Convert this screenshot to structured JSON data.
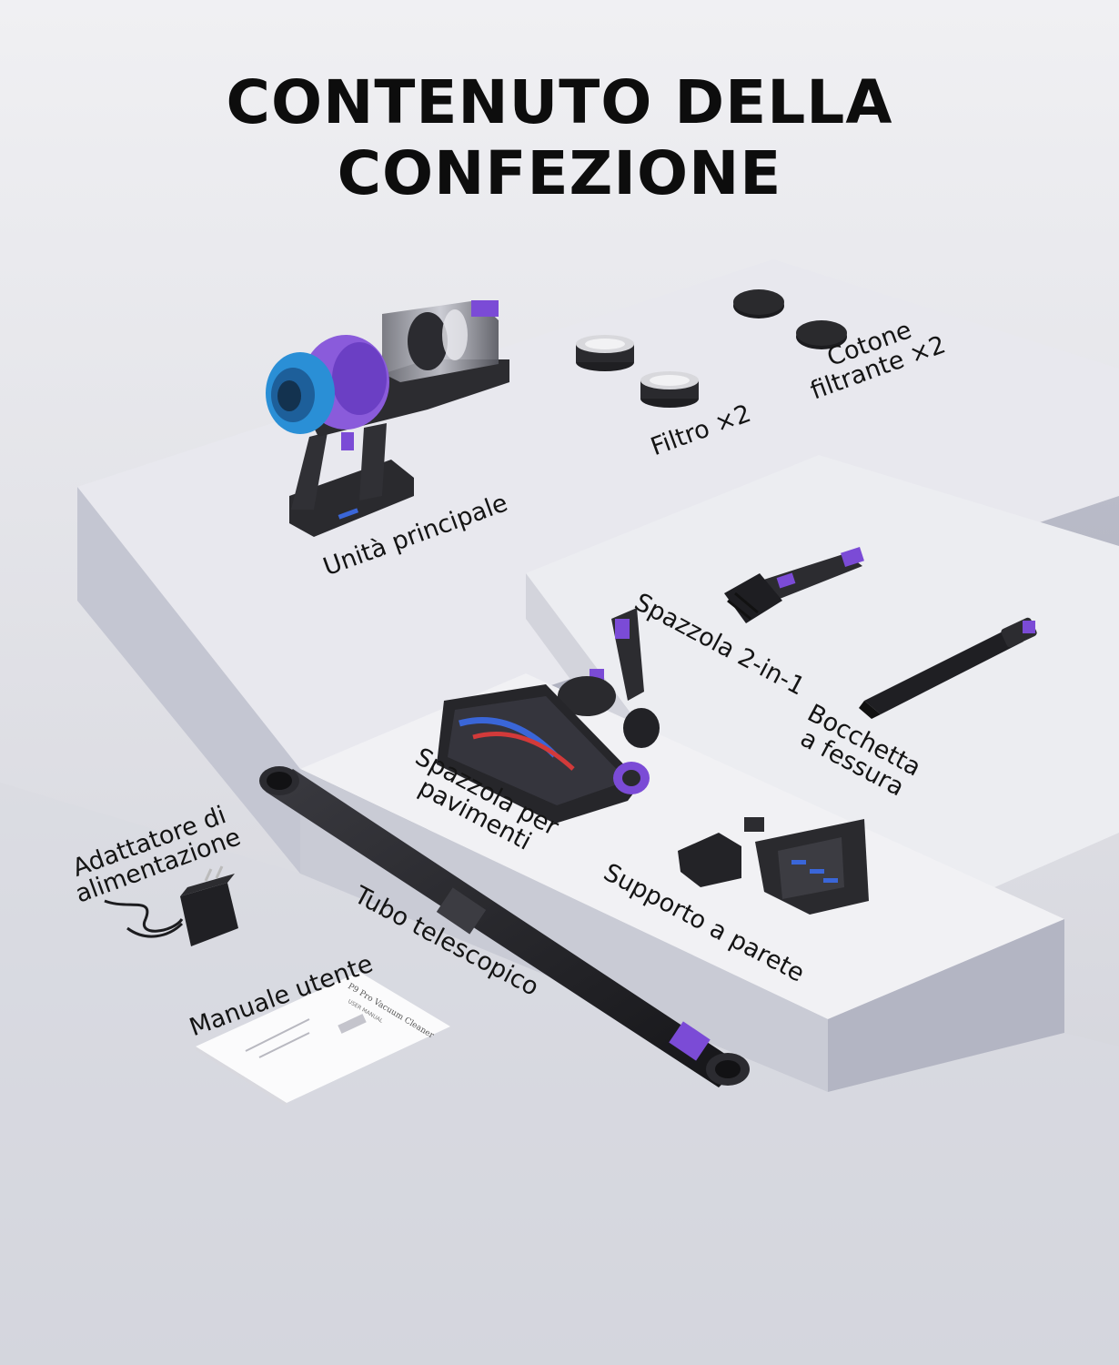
{
  "title": {
    "line1": "CONTENUTO DELLA",
    "line2": "CONFEZIONE"
  },
  "items": {
    "main_unit": "Unità principale",
    "filter": "Filtro ×2",
    "cotton_line1": "Cotone",
    "cotton_line2": "filtrante ×2",
    "brush_2in1": "Spazzola 2-in-1",
    "crevice_line1": "Bocchetta",
    "crevice_line2": "a fessura",
    "floor_line1": "Spazzola per",
    "floor_line2": "pavimenti",
    "adapter_line1": "Adattatore di",
    "adapter_line2": "alimentazione",
    "tube": "Tubo telescopico",
    "wall_mount": "Supporto a parete",
    "manual": "Manuale utente"
  },
  "manual_doc": {
    "heading": "P9 Pro Vacuum Cleaner",
    "subheading": "USER MANUAL"
  },
  "colors": {
    "accent_purple": "#7b4bd6",
    "accent_blue": "#2a8fd6",
    "dark_body": "#2c2c30"
  }
}
